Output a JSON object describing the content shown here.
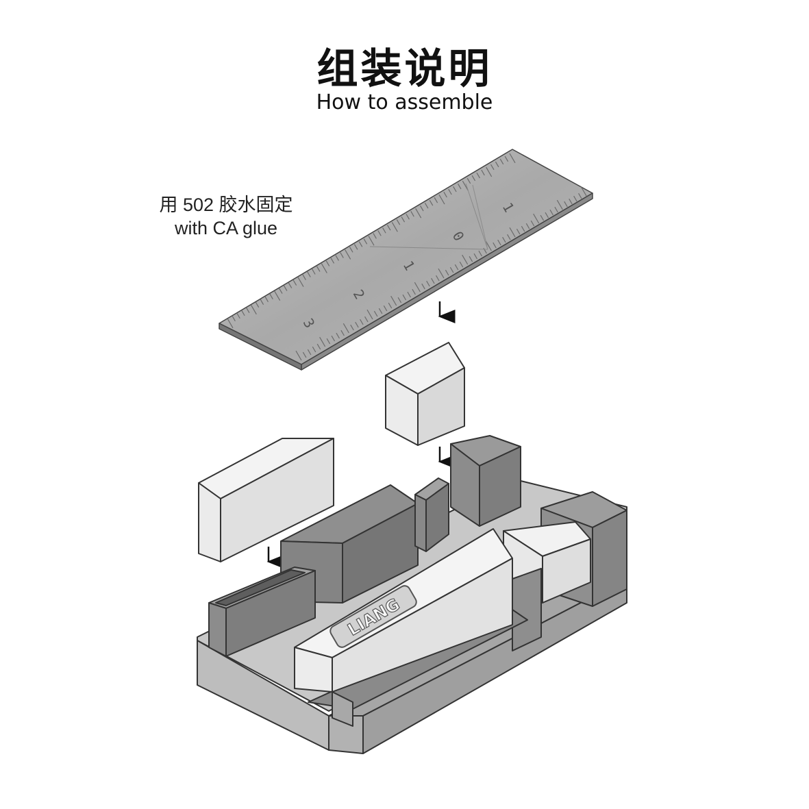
{
  "title": {
    "cn": "组装说明",
    "en": "How to assemble"
  },
  "glue_note": {
    "cn": "用 502 胶水固定",
    "en": "with CA glue"
  },
  "ruler": {
    "numbers": [
      "3",
      "2",
      "1",
      "0",
      "1"
    ]
  },
  "base": {
    "logo_text": "LIANG"
  },
  "colors": {
    "light_face": "#f1f1f1",
    "mid_face": "#d6d6d6",
    "dark_face": "#9b9b9b",
    "darker_face": "#7d7d7d",
    "outline": "#333333",
    "ruler_steel": "#aeaeae"
  }
}
